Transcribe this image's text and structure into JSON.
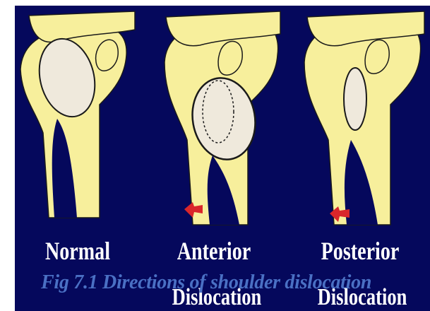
{
  "panels": [
    {
      "label": "Normal",
      "sublabel": ""
    },
    {
      "label": "Anterior",
      "sublabel": "Dislocation"
    },
    {
      "label": "Posterior",
      "sublabel": "Dislocation"
    }
  ],
  "caption": "Fig 7.1  Directions of shoulder dislocation",
  "colors": {
    "background": "#05085c",
    "bone": "#f7ef9c",
    "humeral_head": "#efe9dc",
    "arrow": "#d9262b",
    "caption": "#4a70c4",
    "label": "#ffffff"
  }
}
